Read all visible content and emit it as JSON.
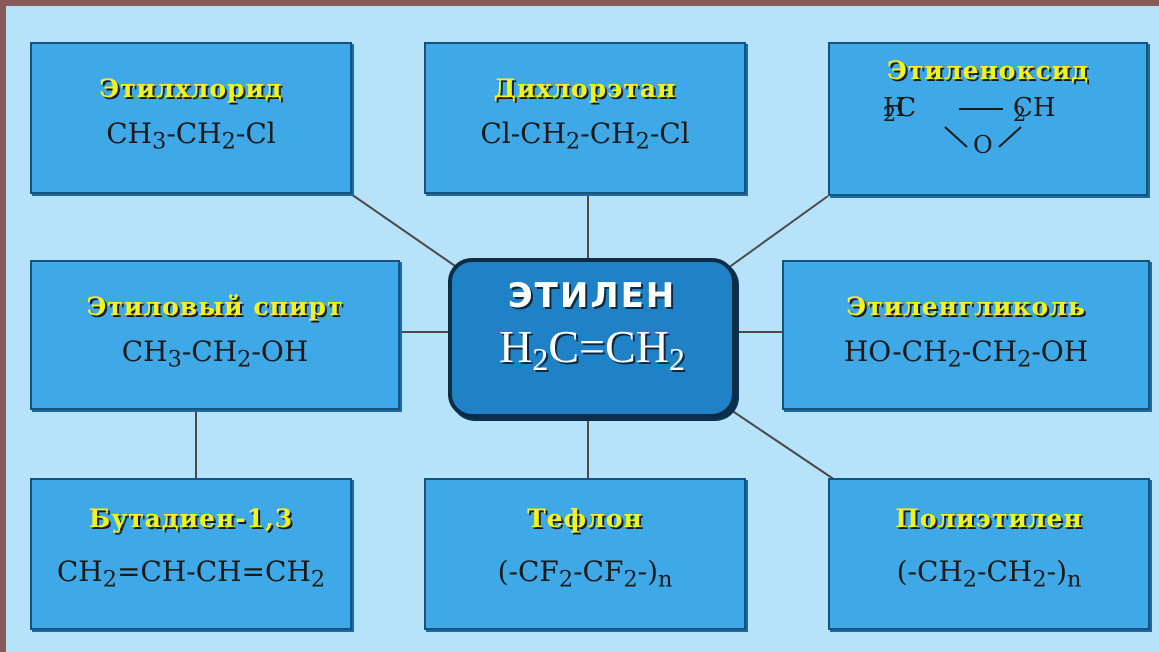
{
  "center": {
    "title": "ЭТИЛЕН",
    "formula": [
      "H",
      "2",
      "C=CH",
      "2"
    ]
  },
  "boxes": [
    {
      "key": "ethyl_chloride",
      "name": "Этилхлорид",
      "formula": [
        "CH",
        "3",
        "-CH",
        "2",
        "-Cl"
      ]
    },
    {
      "key": "dichloroethane",
      "name": "Дихлорэтан",
      "formula": [
        "Cl-CH",
        "2",
        "-CH",
        "2",
        "-Cl"
      ]
    },
    {
      "key": "ethylene_oxide",
      "name": "Этиленоксид",
      "ring": {
        "left": [
          "H",
          "2",
          "C"
        ],
        "right": [
          "CH",
          "2"
        ],
        "oxygen": "O"
      }
    },
    {
      "key": "ethanol",
      "name": "Этиловый спирт",
      "formula": [
        "CH",
        "3",
        "-CH",
        "2",
        "-OH"
      ]
    },
    {
      "key": "ethylene_glycol",
      "name": "Этиленгликоль",
      "formula": [
        "HO-CH",
        "2",
        "-CH",
        "2",
        "-OH"
      ]
    },
    {
      "key": "butadiene",
      "name": "Бутадиен-1,3",
      "formula": [
        "CH",
        "2",
        "=CH-CH=CH",
        "2"
      ]
    },
    {
      "key": "teflon",
      "name": "Тефлон",
      "formula": [
        "(-CF",
        "2",
        "-CF",
        "2",
        "-)",
        "n"
      ]
    },
    {
      "key": "polyethylene",
      "name": "Полиэтилен",
      "formula": [
        "(-CH",
        "2",
        "-CH",
        "2",
        "-)",
        "n"
      ]
    }
  ],
  "colors": {
    "background": "#b7e3fa",
    "box": "#3fa8e6",
    "center": "#1f82c7",
    "name_text": "#f4f21b",
    "line": "#4a4a4a"
  }
}
